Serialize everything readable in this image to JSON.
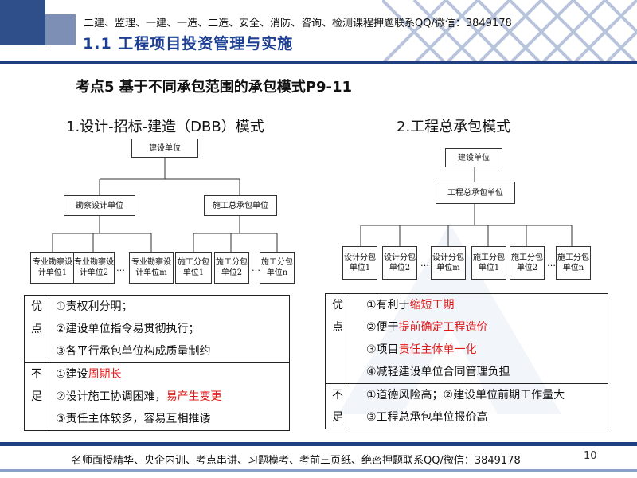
{
  "header": {
    "top_text": "二建、监理、一建、一造、二造、安全、消防、咨询、检测课程押题联系QQ/微信：3849178",
    "title": "1.1  工程项目投资管理与实施"
  },
  "subtitle": "考点5 基于不同承包范围的承包模式P9-11",
  "left": {
    "title": "1.设计-招标-建造（DBB）模式",
    "top_box": "建设单位",
    "mid_boxes": [
      "勘察设计单位",
      "施工总承包单位"
    ],
    "bottom_boxes": [
      "专业勘察设计单位1",
      "专业勘察设计单位2",
      "专业勘察设计单位m",
      "施工分包单位1",
      "施工分包单位2",
      "施工分包单位n"
    ],
    "dots": "…",
    "adv_label": [
      "优",
      "点"
    ],
    "adv": [
      "①责权利分明；",
      "②建设单位指令易贯彻执行；",
      "③各平行承包单位构成质量制约"
    ],
    "dis_label": [
      "不",
      "足"
    ],
    "dis": [
      {
        "pre": "①建设",
        "hl": "周期长",
        "post": ""
      },
      {
        "pre": "②设计施工协调困难，",
        "hl": "易产生变更",
        "post": ""
      },
      {
        "pre": "③责任主体较多，容易互相推诿",
        "hl": "",
        "post": ""
      }
    ]
  },
  "right": {
    "title": "2.工程总承包模式",
    "top_box": "建设单位",
    "mid_box": "工程总承包单位",
    "bottom_boxes": [
      "设计分包单位1",
      "设计分包单位2",
      "设计分包单位m",
      "施工分包单位1",
      "施工分包单位2",
      "施工分包单位n"
    ],
    "dots": "…",
    "adv_label": [
      "优",
      "点"
    ],
    "adv": [
      {
        "pre": "①有利于",
        "hl": "缩短工期",
        "post": ""
      },
      {
        "pre": "②便于",
        "hl": "提前确定工程造价",
        "post": ""
      },
      {
        "pre": "③项目",
        "hl": "责任主体单一化",
        "post": ""
      },
      {
        "pre": "④减轻建设单位合同管理负担",
        "hl": "",
        "post": ""
      }
    ],
    "dis_label": [
      "不",
      "足"
    ],
    "dis": [
      "①道德风险高；②建设单位前期工作量大",
      "③工程总承包单位报价高"
    ]
  },
  "footer": {
    "text": "名师面授精华、央企内训、考点串讲、习题模考、考前三页纸、绝密押题联系QQ/微信：3849178",
    "page": "10"
  },
  "colors": {
    "header_blue": "#1d3f93",
    "highlight_red": "#e01b1b"
  }
}
